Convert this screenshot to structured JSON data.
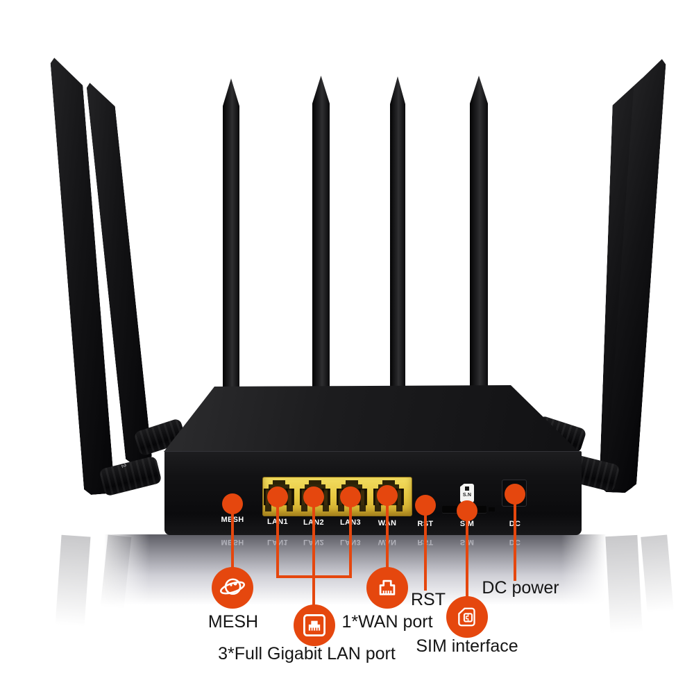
{
  "colors": {
    "accent": "#e5470e",
    "port_yellow": "#e6c63e",
    "ink": "#151515",
    "label_white": "#ffffff"
  },
  "device": {
    "type": "8-antenna wireless router product photo",
    "antenna_count": 8,
    "antenna_marking": "2",
    "panel": {
      "labels": [
        "MESH",
        "LAN1",
        "LAN2",
        "LAN3",
        "WAN",
        "RST",
        "SIM",
        "DC"
      ],
      "sim_card_icon_text": "S.N"
    }
  },
  "callouts": {
    "mesh": {
      "label": "MESH",
      "icon": "planet-mesh-icon"
    },
    "lan": {
      "label": "3*Full Gigabit LAN port",
      "icon": "ethernet-port-icon"
    },
    "wan": {
      "label": "1*WAN port",
      "icon": "ethernet-plug-icon"
    },
    "rst": {
      "label": "RST"
    },
    "sim": {
      "label": "SIM interface",
      "icon": "sim-card-icon"
    },
    "dc": {
      "label": "DC power"
    }
  }
}
